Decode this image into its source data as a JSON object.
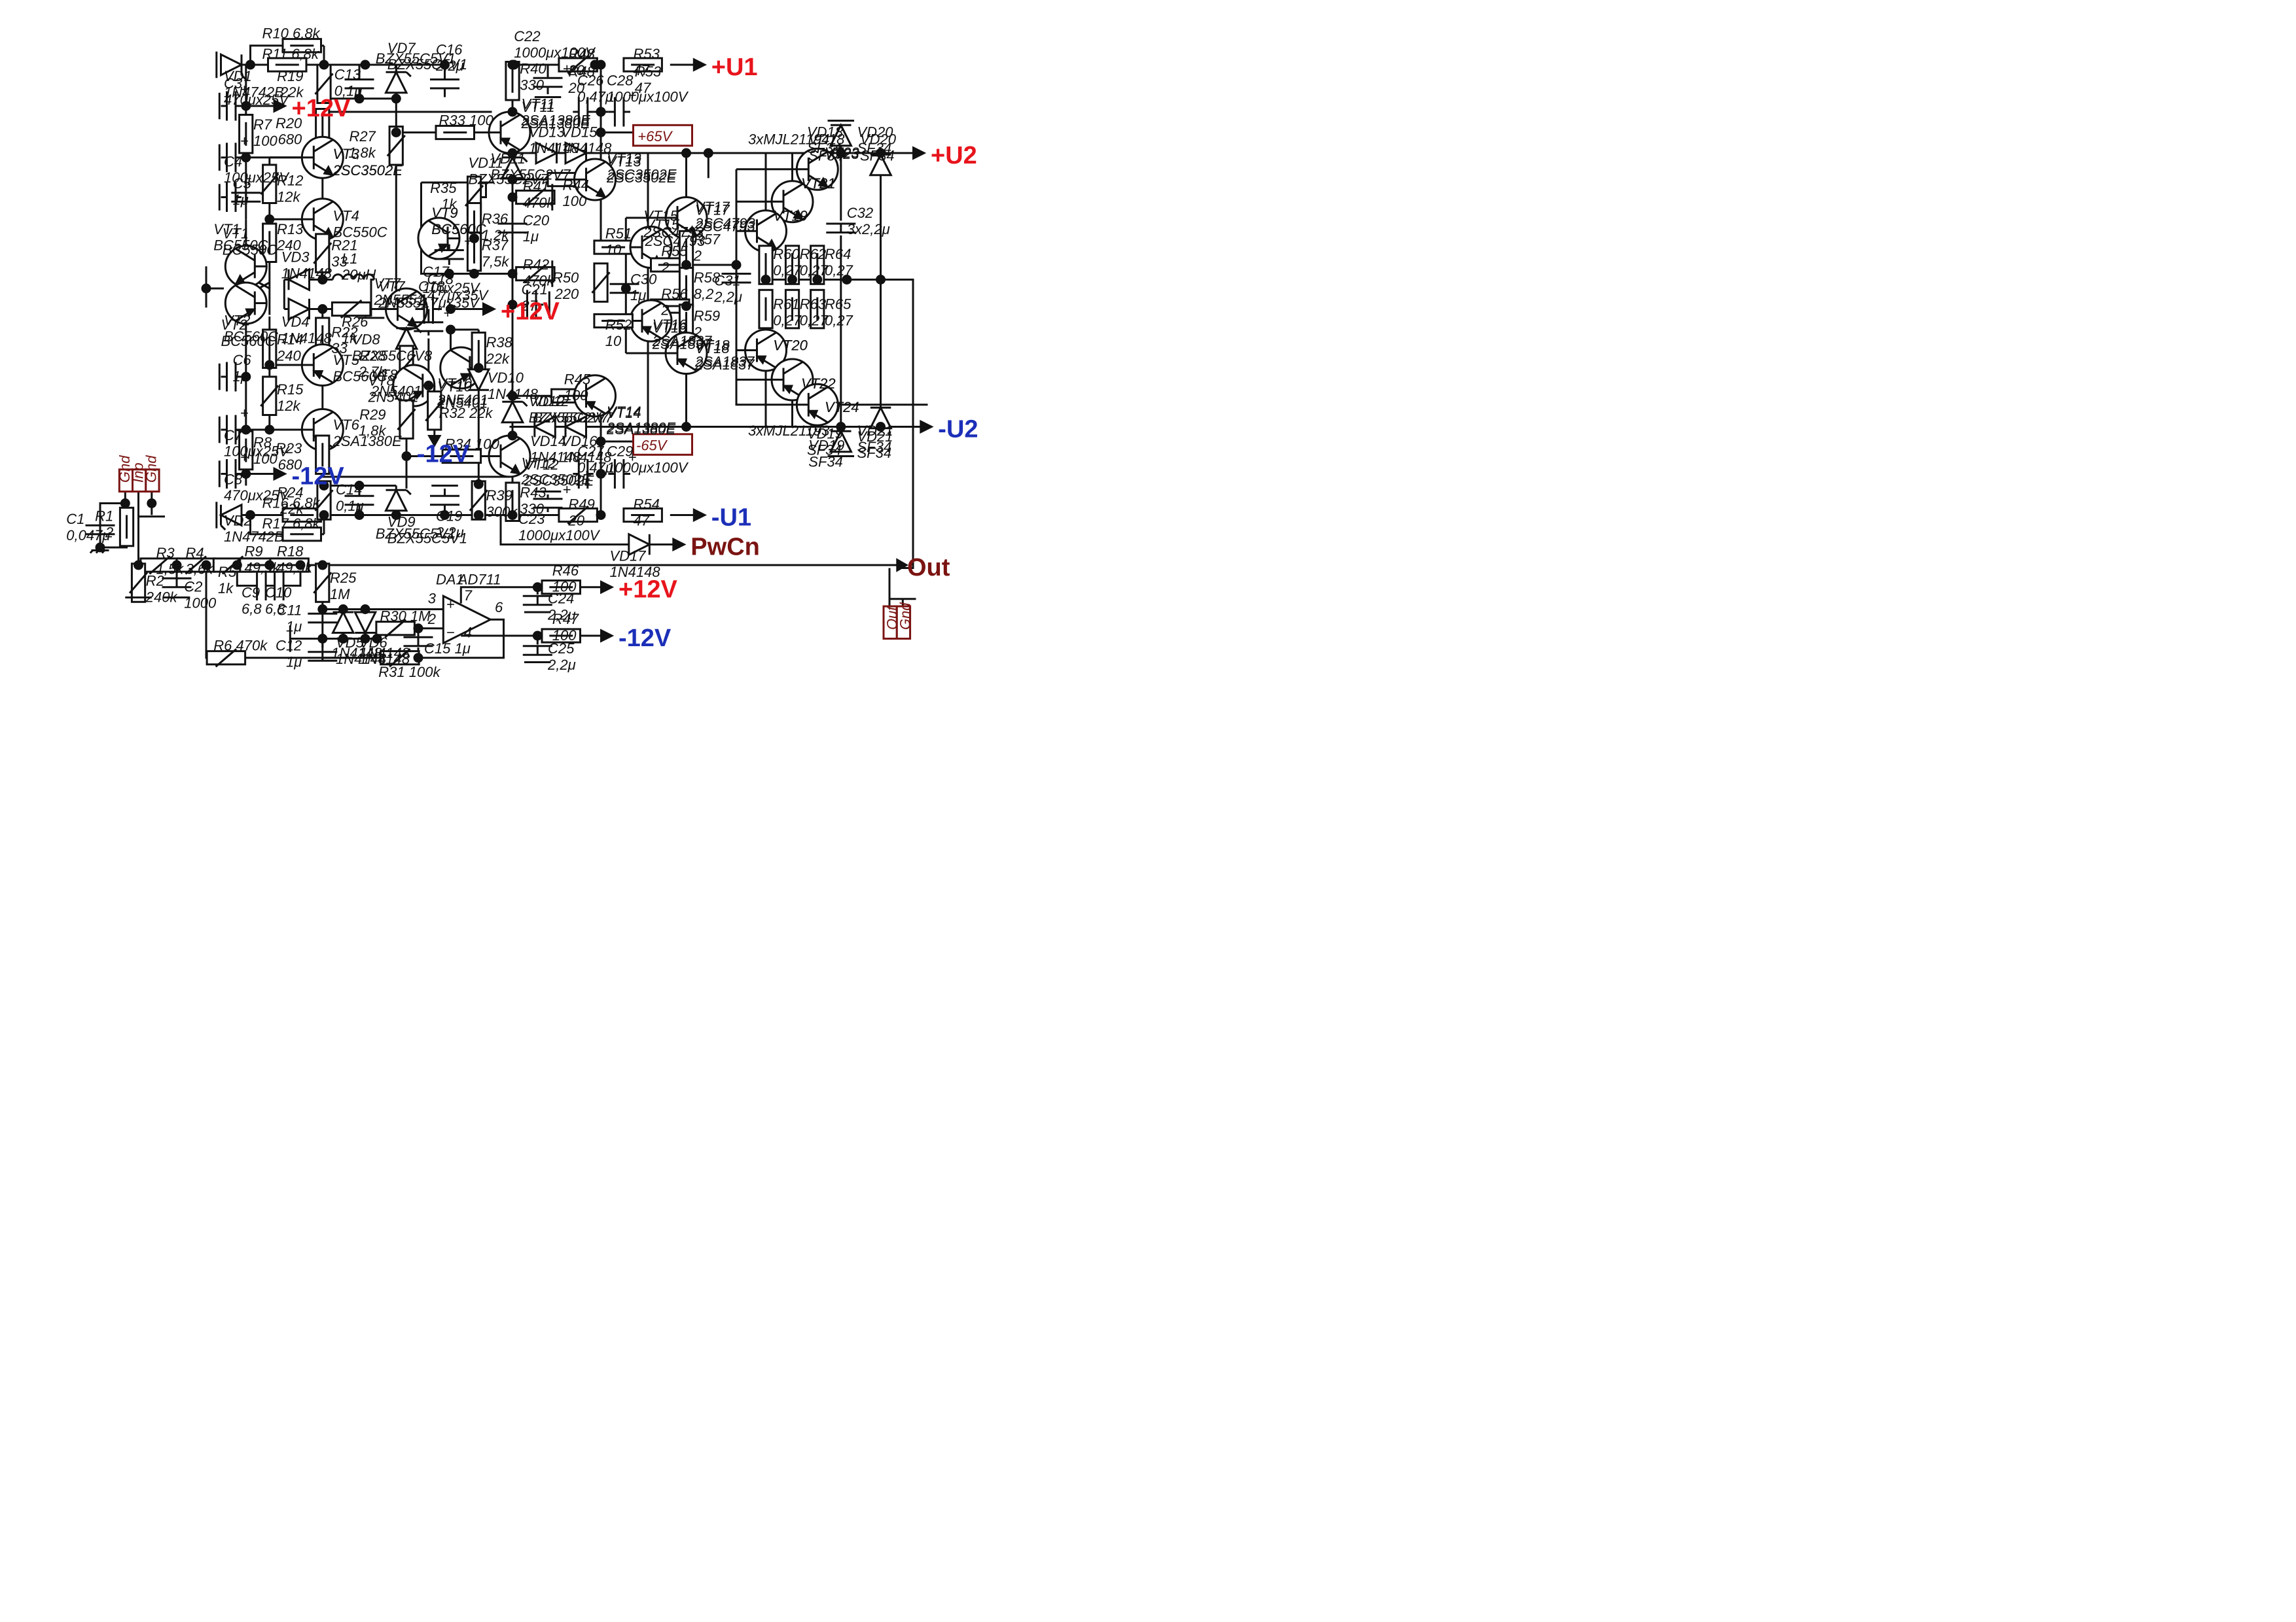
{
  "colors": {
    "wire": "#111111",
    "positive_rail": "#e8141c",
    "negative_rail": "#1c2fb8",
    "signal": "#7a1412"
  },
  "connectors": {
    "input": [
      "Gnd",
      "Inp",
      "Gnd"
    ],
    "output": [
      "Out",
      "Gnd"
    ]
  },
  "rails": {
    "u1p": "+U1",
    "u1n": "-U1",
    "u2p": "+U2",
    "u2n": "-U2",
    "p12": "+12V",
    "n12": "-12V",
    "pwcn": "PwCn",
    "out": "Out",
    "p65": "+65V",
    "n65": "-65V"
  },
  "ic": {
    "ref": "DA1",
    "part": "AD711",
    "pins": [
      "3",
      "2",
      "7",
      "4",
      "6"
    ]
  },
  "notes": {
    "vt2324": "3xMJL21194",
    "vt2122": "3xMJL21193"
  },
  "components": {
    "R10": {
      "ref": "R10",
      "value": "6,8k"
    },
    "R11": {
      "ref": "R11",
      "value": "6,8k"
    },
    "VD1": {
      "ref": "VD1",
      "value": "1N4742B"
    },
    "VD7": {
      "ref": "VD7",
      "value": "BZX55C5V1"
    },
    "C16": {
      "ref": "C16",
      "value": "2,2μ"
    },
    "C22": {
      "ref": "C22",
      "value": "1000μx100V"
    },
    "R48": {
      "ref": "R48",
      "value": "20"
    },
    "R53": {
      "ref": "R53",
      "value": "47"
    },
    "R19": {
      "ref": "R19",
      "value": "22k"
    },
    "C13": {
      "ref": "C13",
      "value": "0,1μ"
    },
    "R40": {
      "ref": "R40",
      "value": "330"
    },
    "C26": {
      "ref": "C26",
      "value": "0,47μ"
    },
    "C28": {
      "ref": "C28",
      "value": "1000μx100V"
    },
    "C3": {
      "ref": "C3",
      "value": "470μx25V"
    },
    "R7": {
      "ref": "R7",
      "value": "100"
    },
    "R20": {
      "ref": "R20",
      "value": "680"
    },
    "R33": {
      "ref": "R33",
      "value": "100"
    },
    "VT11": {
      "ref": "VT11",
      "value": "2SA1380E"
    },
    "VD13": {
      "ref": "VD13",
      "value": "1N4148"
    },
    "VD15": {
      "ref": "VD15",
      "value": "1N4148"
    },
    "VD18": {
      "ref": "VD18",
      "value": "SF34"
    },
    "VD20": {
      "ref": "VD20",
      "value": "SF34"
    },
    "C4": {
      "ref": "C4",
      "value": "100μx25V"
    },
    "R27": {
      "ref": "R27",
      "value": "1,8k"
    },
    "VT3": {
      "ref": "VT3",
      "value": "2SC3502E"
    },
    "VD11": {
      "ref": "VD11",
      "value": "BZX55C2V7"
    },
    "R44": {
      "ref": "R44",
      "value": "100"
    },
    "VT13": {
      "ref": "VT13",
      "value": "2SC3502E"
    },
    "VT23": {
      "ref": "VT23",
      "value": ""
    },
    "R12": {
      "ref": "R12",
      "value": "12k"
    },
    "R35": {
      "ref": "R35",
      "value": "1k"
    },
    "R41": {
      "ref": "R41",
      "value": "470k"
    },
    "VT21": {
      "ref": "VT21",
      "value": ""
    },
    "C5": {
      "ref": "C5",
      "value": "1μ"
    },
    "VT9": {
      "ref": "VT9",
      "value": "BC560C"
    },
    "R36": {
      "ref": "R36",
      "value": "1,2k"
    },
    "VT17": {
      "ref": "VT17",
      "value": "2SC4793"
    },
    "VT4": {
      "ref": "VT4",
      "value": "BC550C"
    },
    "C20": {
      "ref": "C20",
      "value": "1μ"
    },
    "VT15": {
      "ref": "VT15",
      "value": "2SC4793"
    },
    "VT19": {
      "ref": "VT19",
      "value": ""
    },
    "C32": {
      "ref": "C32",
      "value": "3x2,2μ"
    },
    "R13": {
      "ref": "R13",
      "value": "240"
    },
    "VT1": {
      "ref": "VT1",
      "value": "BC550C"
    },
    "R21": {
      "ref": "R21",
      "value": "33"
    },
    "R37": {
      "ref": "R37",
      "value": "7,5k"
    },
    "R51": {
      "ref": "R51",
      "value": "10"
    },
    "R57": {
      "ref": "R57",
      "value": "2"
    },
    "VD3": {
      "ref": "VD3",
      "value": "1N4148"
    },
    "L1": {
      "ref": "L1",
      "value": "20μH"
    },
    "C17": {
      "ref": "C17",
      "value": "10μx25V"
    },
    "R42": {
      "ref": "R42",
      "value": "470k"
    },
    "R55": {
      "ref": "R55",
      "value": "2"
    },
    "R60": {
      "ref": "R60",
      "value": "0,27"
    },
    "R62": {
      "ref": "R62",
      "value": "0,27"
    },
    "R64": {
      "ref": "R64",
      "value": "0,27"
    },
    "VT7": {
      "ref": "VT7",
      "value": "2N5551"
    },
    "R58": {
      "ref": "R58",
      "value": "8,2"
    },
    "R50": {
      "ref": "R50",
      "value": "220"
    },
    "C30": {
      "ref": "C30",
      "value": "1μ"
    },
    "C31": {
      "ref": "C31",
      "value": "2,2μ"
    },
    "C18": {
      "ref": "C18",
      "value": "4,7μx35V"
    },
    "C21": {
      "ref": "C21",
      "value": "27"
    },
    "R26": {
      "ref": "R26",
      "value": "1k"
    },
    "R56": {
      "ref": "R56",
      "value": "2"
    },
    "VD4": {
      "ref": "VD4",
      "value": "1N4148"
    },
    "VT2": {
      "ref": "VT2",
      "value": "BC560C"
    },
    "R52": {
      "ref": "R52",
      "value": "10"
    },
    "R61": {
      "ref": "R61",
      "value": "0,27"
    },
    "R63": {
      "ref": "R63",
      "value": "0,27"
    },
    "R65": {
      "ref": "R65",
      "value": "0,27"
    },
    "R22": {
      "ref": "R22",
      "value": "33"
    },
    "VD8": {
      "ref": "VD8",
      "value": "BZX55C6V8"
    },
    "VT16": {
      "ref": "VT16",
      "value": "2SA1837"
    },
    "R59": {
      "ref": "R59",
      "value": "2"
    },
    "R38": {
      "ref": "R38",
      "value": "22k"
    },
    "R14": {
      "ref": "R14",
      "value": "240"
    },
    "VT18": {
      "ref": "VT18",
      "value": "2SA1837"
    },
    "C6": {
      "ref": "C6",
      "value": "1μ"
    },
    "R28": {
      "ref": "R28",
      "value": "2,7k"
    },
    "VT5": {
      "ref": "VT5",
      "value": "BC560C"
    },
    "VT20": {
      "ref": "VT20",
      "value": ""
    },
    "VD10": {
      "ref": "VD10",
      "value": "1N4148"
    },
    "VT10": {
      "ref": "VT10",
      "value": "2N5401"
    },
    "VT8": {
      "ref": "VT8",
      "value": "2N5401"
    },
    "R45": {
      "ref": "R45",
      "value": "100"
    },
    "R15": {
      "ref": "R15",
      "value": "12k"
    },
    "R32": {
      "ref": "R32",
      "value": "22k"
    },
    "VT22": {
      "ref": "VT22",
      "value": ""
    },
    "C7": {
      "ref": "C7",
      "value": "100μx25V"
    },
    "R29": {
      "ref": "R29",
      "value": "1,8k"
    },
    "VD12": {
      "ref": "VD12",
      "value": "BZX55C2V7"
    },
    "VT14": {
      "ref": "VT14",
      "value": "2SA1380E"
    },
    "VT24": {
      "ref": "VT24",
      "value": ""
    },
    "VT6": {
      "ref": "VT6",
      "value": "2SA1380E"
    },
    "R8": {
      "ref": "R8",
      "value": "100"
    },
    "VD14": {
      "ref": "VD14",
      "value": "1N4148"
    },
    "VD16": {
      "ref": "VD16",
      "value": "1N4148"
    },
    "R34": {
      "ref": "R34",
      "value": "100"
    },
    "VD19": {
      "ref": "VD19",
      "value": "SF34"
    },
    "VD21": {
      "ref": "VD21",
      "value": "SF34"
    },
    "R23": {
      "ref": "R23",
      "value": "680"
    },
    "VT12": {
      "ref": "VT12",
      "value": "2SC3502E"
    },
    "C27": {
      "ref": "C27",
      "value": "0,47μ"
    },
    "C29": {
      "ref": "C29",
      "value": "1000μx100V"
    },
    "C8": {
      "ref": "C8",
      "value": "470μx25V"
    },
    "R24": {
      "ref": "R24",
      "value": "22k"
    },
    "C14": {
      "ref": "C14",
      "value": "0,1μ"
    },
    "R39": {
      "ref": "R39",
      "value": "300k"
    },
    "R43": {
      "ref": "R43",
      "value": "330"
    },
    "VD2": {
      "ref": "VD2",
      "value": "1N4742B"
    },
    "R16": {
      "ref": "R16",
      "value": "6,8k"
    },
    "R49": {
      "ref": "R49",
      "value": "20"
    },
    "R54": {
      "ref": "R54",
      "value": "47"
    },
    "C19": {
      "ref": "C19",
      "value": "2,2μ"
    },
    "C23": {
      "ref": "C23",
      "value": "1000μx100V"
    },
    "VD9": {
      "ref": "VD9",
      "value": "BZX55C5V1"
    },
    "R17": {
      "ref": "R17",
      "value": "6,8k"
    },
    "C1": {
      "ref": "C1",
      "value": "0,047μ"
    },
    "R1": {
      "ref": "R1",
      "value": "2"
    },
    "VD17": {
      "ref": "VD17",
      "value": "1N4148"
    },
    "R3": {
      "ref": "R3",
      "value": "1,5k"
    },
    "R4": {
      "ref": "R4",
      "value": "3,6k"
    },
    "R5": {
      "ref": "R5",
      "value": "1k"
    },
    "R9": {
      "ref": "R9",
      "value": "49,9k"
    },
    "R18": {
      "ref": "R18",
      "value": "49,9k"
    },
    "R2": {
      "ref": "R2",
      "value": "240k"
    },
    "C2": {
      "ref": "C2",
      "value": "1000"
    },
    "C9": {
      "ref": "C9",
      "value": "6,8"
    },
    "C10": {
      "ref": "C10",
      "value": "6,8"
    },
    "R25": {
      "ref": "R25",
      "value": "1M"
    },
    "R46": {
      "ref": "R46",
      "value": "100"
    },
    "C24": {
      "ref": "C24",
      "value": "2,2μ"
    },
    "C11": {
      "ref": "C11",
      "value": "1μ"
    },
    "R30": {
      "ref": "R30",
      "value": "1M"
    },
    "VD5": {
      "ref": "VD5",
      "value": "1N4148"
    },
    "VD6": {
      "ref": "VD6",
      "value": "1N4148"
    },
    "C12": {
      "ref": "C12",
      "value": "1μ"
    },
    "C15": {
      "ref": "C15",
      "value": "1μ"
    },
    "R47": {
      "ref": "R47",
      "value": "100"
    },
    "C25": {
      "ref": "C25",
      "value": "2,2μ"
    },
    "R6": {
      "ref": "R6",
      "value": "470k"
    },
    "R31": {
      "ref": "R31",
      "value": "100k"
    }
  }
}
